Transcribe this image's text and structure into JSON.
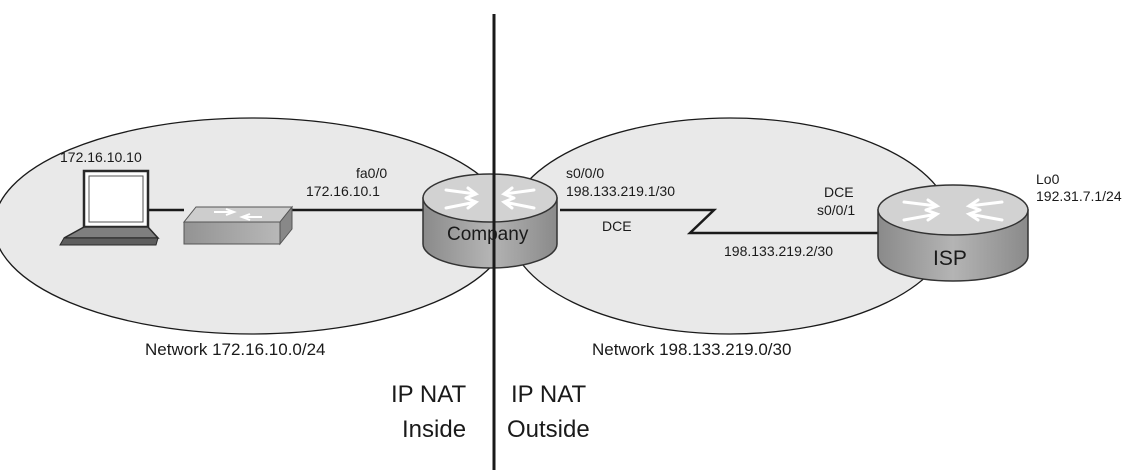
{
  "networks": {
    "inside": {
      "label": "Network 172.16.10.0/24"
    },
    "outside": {
      "label": "Network 198.133.219.0/30"
    }
  },
  "devices": {
    "pc": {
      "ip": "172.16.10.10"
    },
    "company": {
      "name": "Company"
    },
    "isp": {
      "name": "ISP"
    }
  },
  "interfaces": {
    "company_fa": {
      "name": "fa0/0",
      "ip": "172.16.10.1"
    },
    "company_serial": {
      "name": "s0/0/0",
      "ip": "198.133.219.1/30",
      "clock": "DCE"
    },
    "isp_serial": {
      "clock": "DCE",
      "name": "s0/0/1",
      "ip": "198.133.219.2/30"
    },
    "isp_loopback": {
      "name": "Lo0",
      "ip": "192.31.7.1/24"
    }
  },
  "nat": {
    "inside": {
      "line1": "IP NAT",
      "line2": "Inside"
    },
    "outside": {
      "line1": "IP NAT",
      "line2": "Outside"
    }
  },
  "colors": {
    "ellipse_fill": "#e9e9e9",
    "router_body": "#9a9a9a",
    "router_top": "#cfcfcf",
    "switch_body": "#a8a8a8",
    "line": "#1a1a1a"
  }
}
